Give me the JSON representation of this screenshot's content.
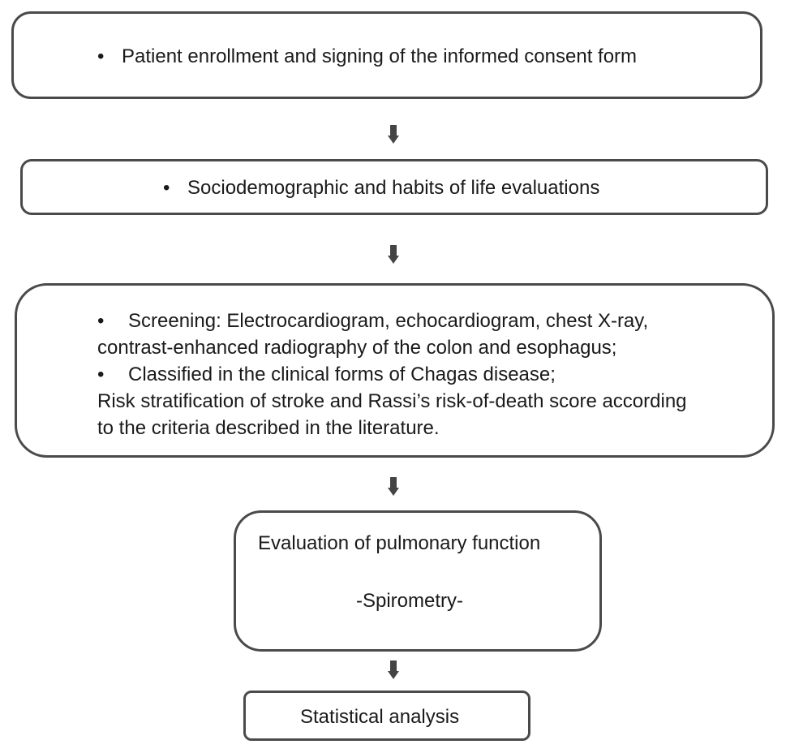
{
  "flow": {
    "step1": {
      "bullet": "•",
      "text": "Patient enrollment and signing of the informed consent form"
    },
    "step2": {
      "bullet": "•",
      "text": "Sociodemographic and habits of life evaluations"
    },
    "step3": {
      "bullet": "•",
      "line1": "Screening: Electrocardiogram, echocardiogram, chest X-ray,",
      "line2": "contrast-enhanced radiography of the colon and esophagus;",
      "line3": "Classified in the clinical forms of Chagas disease;",
      "line4": "Risk stratification of stroke and Rassi’s risk-of-death score according",
      "line5": "to the criteria described in the literature."
    },
    "step4": {
      "title": "Evaluation of pulmonary function",
      "subtitle": "-Spirometry-"
    },
    "step5": {
      "text": "Statistical analysis"
    }
  }
}
